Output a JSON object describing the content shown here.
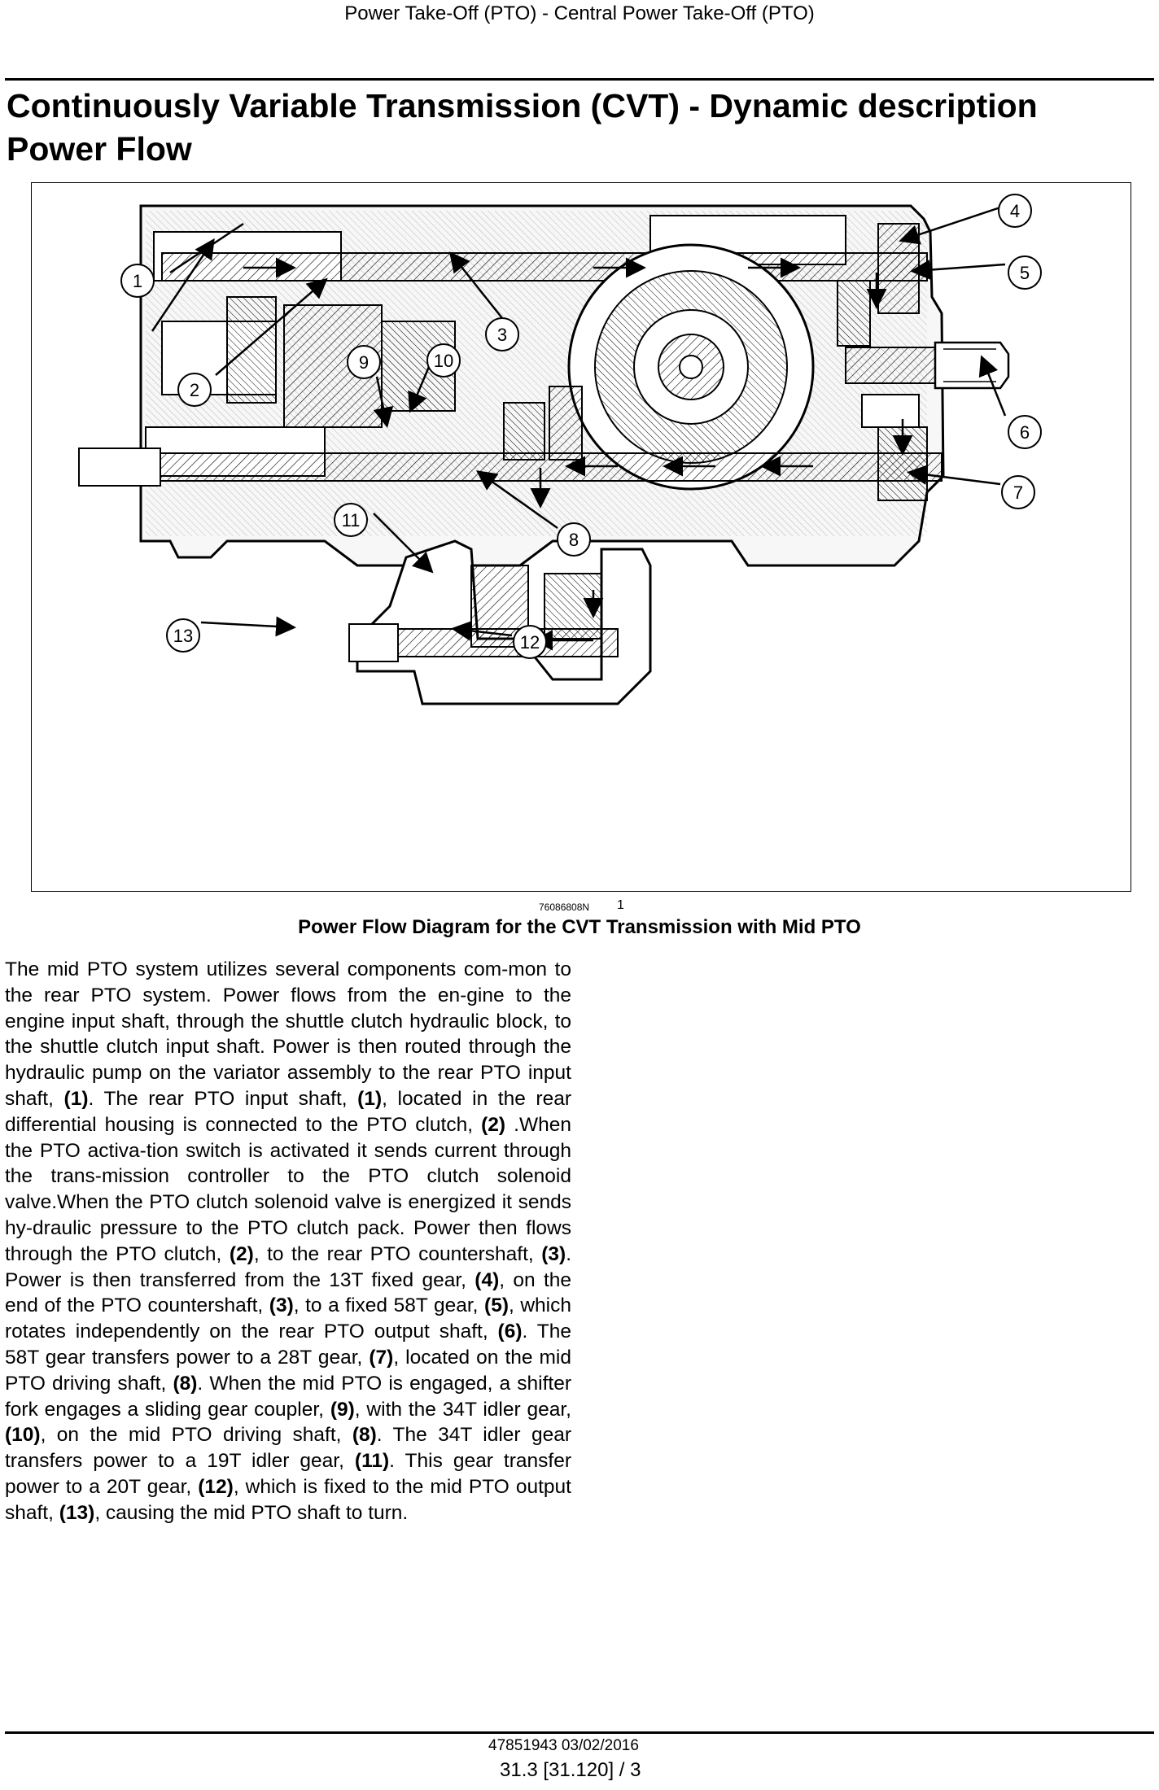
{
  "header": {
    "title": "Power Take-Off (PTO) - Central Power Take-Off (PTO)"
  },
  "main": {
    "title_line1": "Continuously Variable Transmission (CVT) - Dynamic description",
    "title_line2": "Power Flow"
  },
  "figure": {
    "code": "76086808N",
    "number": "1",
    "caption": "Power Flow Diagram for the CVT Transmission with Mid PTO",
    "callouts": [
      "1",
      "2",
      "3",
      "4",
      "5",
      "6",
      "7",
      "8",
      "9",
      "10",
      "11",
      "12",
      "13"
    ]
  },
  "body": {
    "segments": [
      {
        "t": "The mid PTO system utilizes several components com-­mon to the rear PTO system. Power flows from the en-­gine to the engine input shaft, through the shuttle clutch hydraulic block, to the shuttle clutch input shaft. Power is then routed through the hydraulic pump on the variator assembly to the rear PTO input shaft, "
      },
      {
        "t": "(1)",
        "b": true
      },
      {
        "t": ". The rear PTO input shaft, "
      },
      {
        "t": "(1)",
        "b": true
      },
      {
        "t": ", located in the rear differential housing is connected to the PTO clutch, "
      },
      {
        "t": "(2)",
        "b": true
      },
      {
        "t": " .When the PTO activa-­tion switch is activated it sends current through the trans-­mission controller to the PTO clutch solenoid valve.When the PTO clutch solenoid valve is energized it sends hy-­draulic pressure to the PTO clutch pack. Power then flows through the PTO clutch, "
      },
      {
        "t": "(2)",
        "b": true
      },
      {
        "t": ", to the rear PTO countershaft, "
      },
      {
        "t": "(3)",
        "b": true
      },
      {
        "t": ". Power is then transferred from the 13T fixed gear, "
      },
      {
        "t": "(4)",
        "b": true
      },
      {
        "t": ", on the end of the PTO countershaft, "
      },
      {
        "t": "(3)",
        "b": true
      },
      {
        "t": ", to a fixed 58T gear, "
      },
      {
        "t": "(5)",
        "b": true
      },
      {
        "t": ", which rotates independently on the rear PTO output shaft, "
      },
      {
        "t": "(6)",
        "b": true
      },
      {
        "t": ". The 58T gear transfers power to a 28T gear, "
      },
      {
        "t": "(7)",
        "b": true
      },
      {
        "t": ", located on the mid PTO driving shaft, "
      },
      {
        "t": "(8)",
        "b": true
      },
      {
        "t": ". When the mid PTO is engaged, a shifter fork engages a sliding gear coupler, "
      },
      {
        "t": "(9)",
        "b": true
      },
      {
        "t": ", with the 34T idler gear, "
      },
      {
        "t": "(10)",
        "b": true
      },
      {
        "t": ", on the mid PTO driving shaft, "
      },
      {
        "t": "(8)",
        "b": true
      },
      {
        "t": ". The 34T idler gear transfers power to a 19T idler gear, "
      },
      {
        "t": "(11)",
        "b": true
      },
      {
        "t": ". This gear transfer power to a 20T gear, "
      },
      {
        "t": "(12)",
        "b": true
      },
      {
        "t": ", which is fixed to the mid PTO output shaft, "
      },
      {
        "t": "(13)",
        "b": true
      },
      {
        "t": ", causing the mid PTO shaft to turn."
      }
    ]
  },
  "footer": {
    "doc_id": "47851943 03/02/2016",
    "page_ref": "31.3 [31.120] / 3"
  }
}
